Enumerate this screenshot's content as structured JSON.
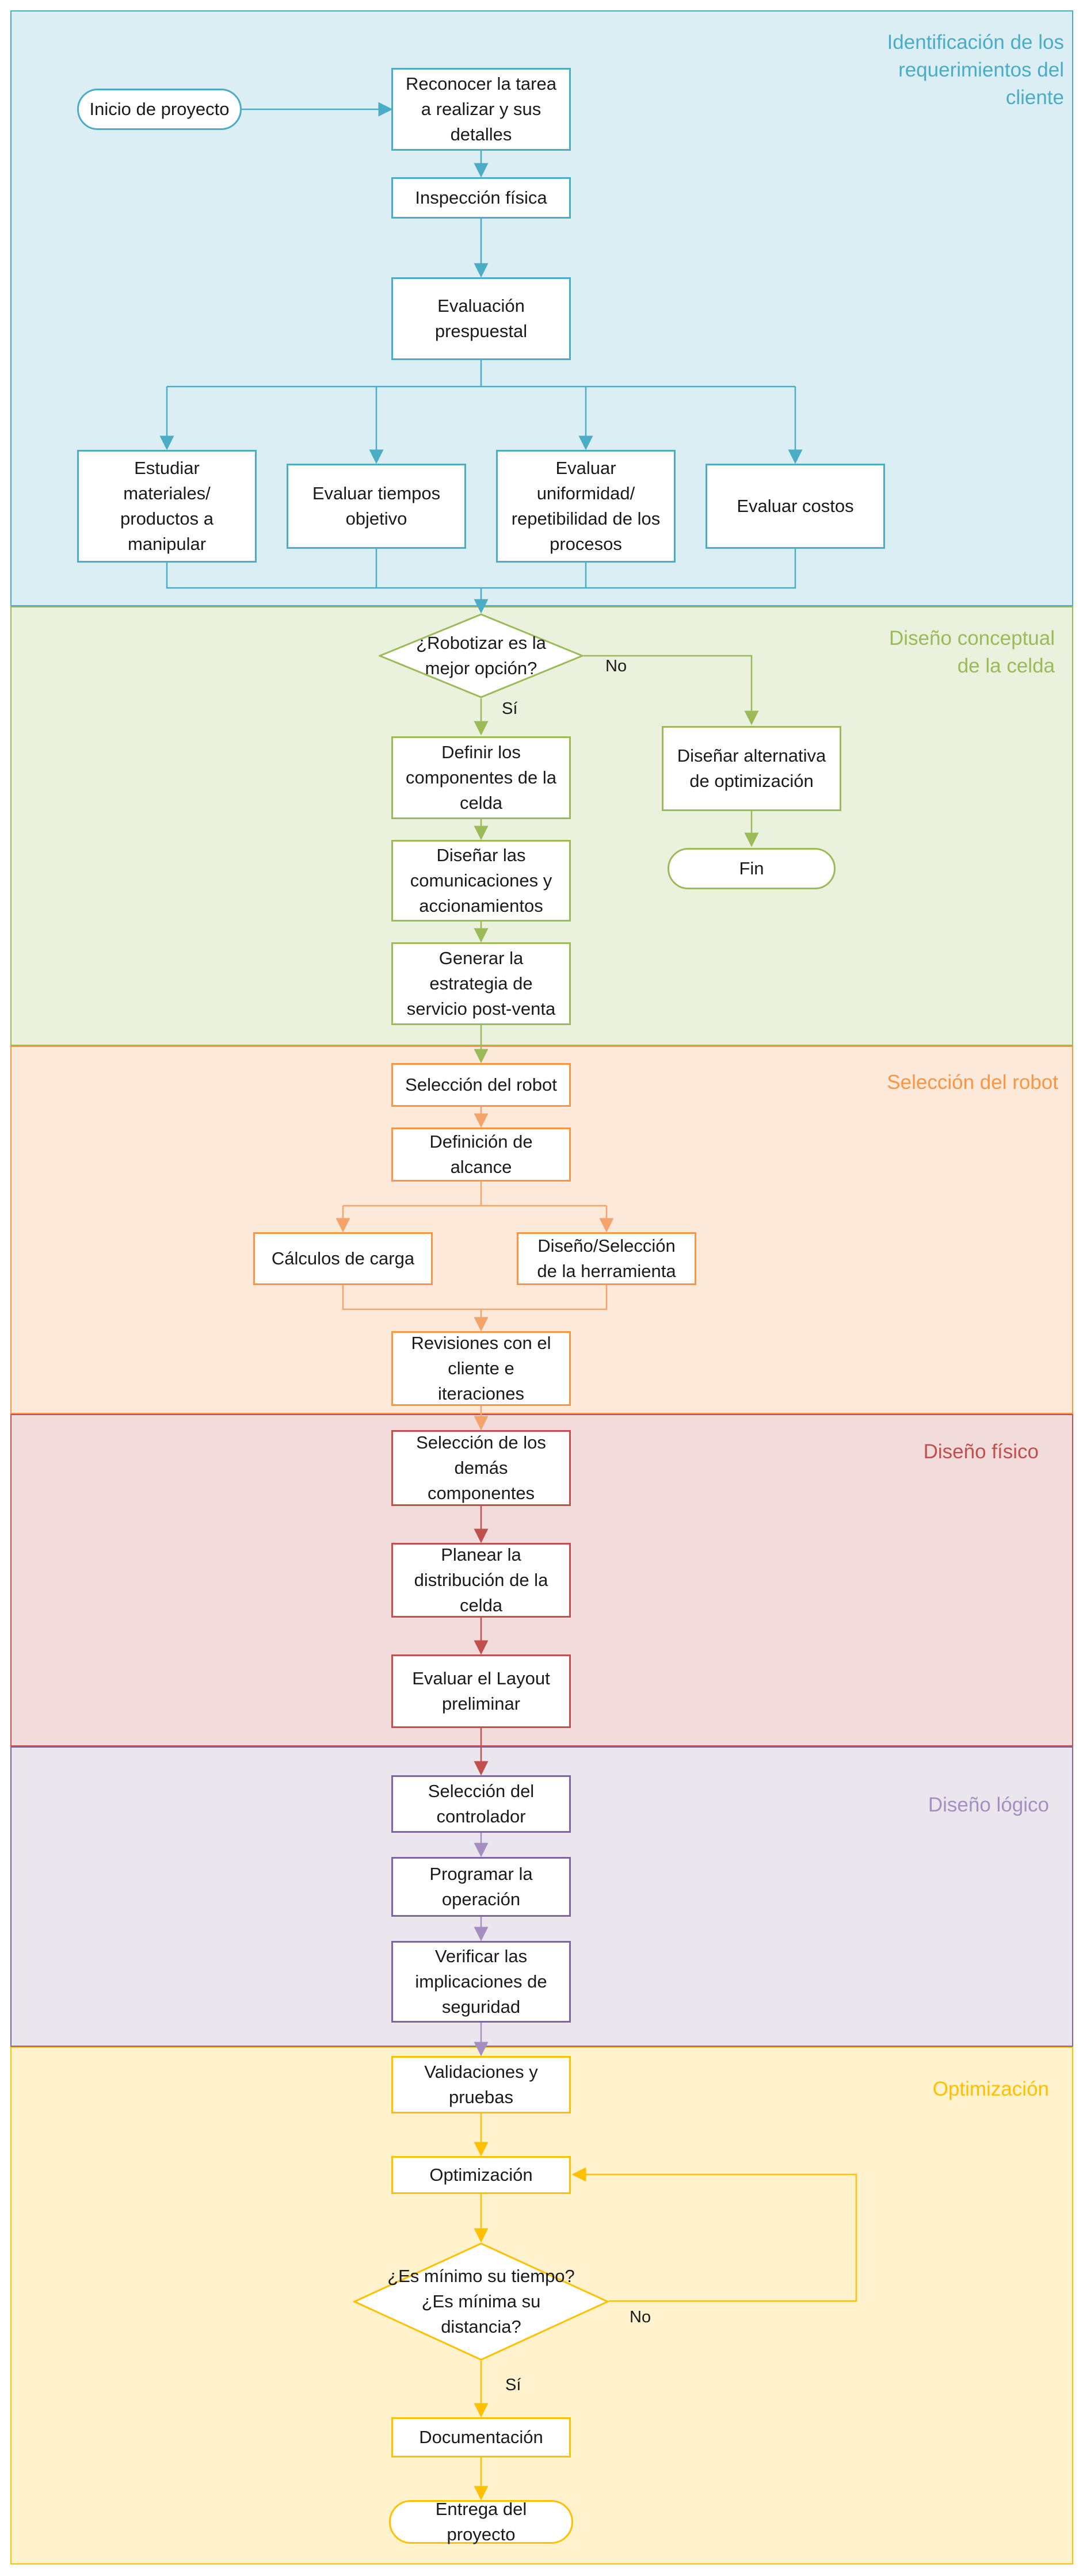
{
  "colors": {
    "blue": {
      "fill": "#dbeef4",
      "stroke": "#4bacc6",
      "text": "#4bacc6"
    },
    "green": {
      "fill": "#eaf1dd",
      "stroke": "#9bbb59",
      "text": "#9bbb59"
    },
    "orange": {
      "fill": "#fde9d9",
      "stroke": "#f79646",
      "text": "#f79646"
    },
    "red": {
      "fill": "#f2dcdb",
      "stroke": "#c0504d",
      "text": "#c0504d"
    },
    "purple": {
      "fill": "#ebe6ee",
      "stroke": "#8064a2",
      "text": "#8064a2"
    },
    "yellow": {
      "fill": "#fff2cc",
      "stroke": "#ffc000",
      "text": "#ffc000"
    }
  },
  "lanes": {
    "requerimientos": {
      "title": "Identificación de los\nrequerimientos del\ncliente"
    },
    "conceptual": {
      "title": "Diseño conceptual\nde la celda"
    },
    "seleccion": {
      "title": "Selección del robot"
    },
    "fisico": {
      "title": "Diseño físico"
    },
    "logico": {
      "title": "Diseño lógico"
    },
    "optimizacion": {
      "title": "Optimización"
    }
  },
  "nodes": {
    "inicio": "Inicio de proyecto",
    "reconocer": "Reconocer la tarea\na realizar y sus\ndetalles",
    "inspeccion": "Inspección física",
    "presupuestal": "Evaluación\nprespuestal",
    "materiales": "Estudiar\nmateriales/\nproductos a\nmanipular",
    "tiempos": "Evaluar tiempos\nobjetivo",
    "uniformidad": "Evaluar\nuniformidad/\nrepetibilidad de los\nprocesos",
    "costos": "Evaluar costos",
    "robotizar": "¿Robotizar es la\nmejor opción?",
    "alternativa": "Diseñar alternativa\nde optimización",
    "fin": "Fin",
    "componentes": "Definir los\ncomponentes de la\ncelda",
    "comunicaciones": "Diseñar las\ncomunicaciones y\naccionamientos",
    "postventa": "Generar la\nestrategia de\nservicio post-venta",
    "sel_robot": "Selección del robot",
    "alcance": "Definición de\nalcance",
    "carga": "Cálculos de carga",
    "herramienta": "Diseño/Selección\nde la herramienta",
    "revisiones": "Revisiones con el\ncliente e\niteraciones",
    "demas": "Selección de los\ndemás\ncomponentes",
    "planear": "Planear la\ndistribución de la\nceldа",
    "layout": "Evaluar el Layout\npreliminar",
    "controlador": "Selección del\ncontrolador",
    "programar": "Programar la\noperación",
    "verificar": "Verificar las\nimplicaciones de\nseguridad",
    "validaciones": "Validaciones y\npruebas",
    "optimizacion": "Optimización",
    "minimo": "¿Es mínimo su tiempo?\n¿Es mínima su\ndistancia?",
    "documentacion": "Documentación",
    "entrega": "Entrega del\nproyecto"
  },
  "edge_labels": {
    "robotizar_no": "No",
    "robotizar_si": "Sí",
    "minimo_no": "No",
    "minimo_si": "Sí"
  }
}
